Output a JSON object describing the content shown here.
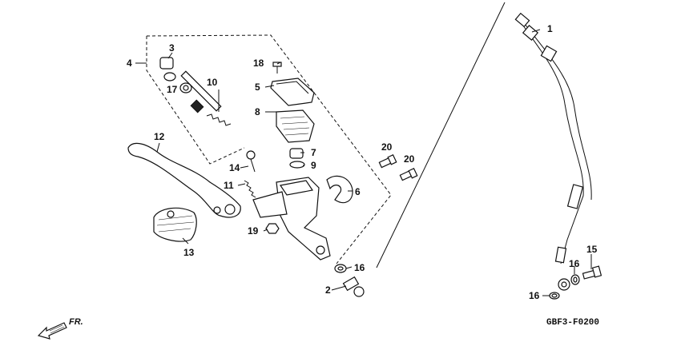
{
  "diagram_code": "GBF3-F0200",
  "direction_label": "FR.",
  "callouts": {
    "c1": "1",
    "c2": "2",
    "c3": "3",
    "c4": "4",
    "c5": "5",
    "c6": "6",
    "c7": "7",
    "c8": "8",
    "c9": "9",
    "c10": "10",
    "c11": "11",
    "c12": "12",
    "c13": "13",
    "c14": "14",
    "c15": "15",
    "c16a": "16",
    "c16b": "16",
    "c16c": "16",
    "c17": "17",
    "c18": "18",
    "c19": "19",
    "c20a": "20",
    "c20b": "20"
  }
}
